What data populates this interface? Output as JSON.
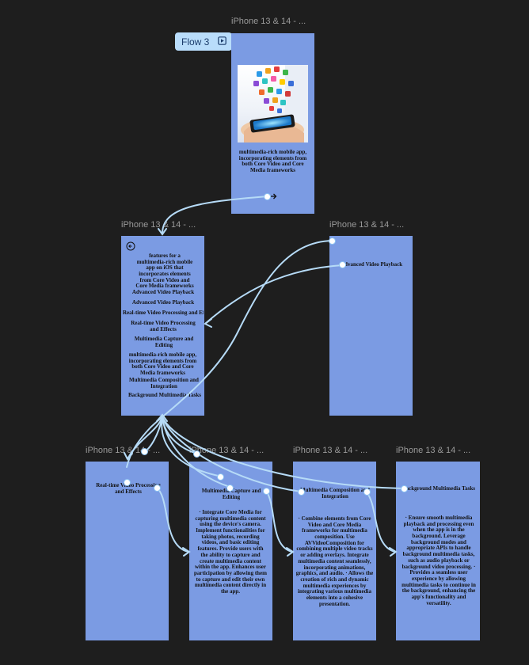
{
  "flow": {
    "label": "Flow 3"
  },
  "frames": {
    "top": {
      "label": "iPhone 13 & 14 - ...",
      "caption": "multimedia-rich mobile app, incorporating elements from both Core Video and Core Media frameworks"
    },
    "menu": {
      "label": "iPhone 13 & 14 - ...",
      "intro": "features for a multimedia-rich mobile app on iOS that incorporates elements from Core Video and Core Media frameworks",
      "items": [
        "Advanced Video Playback",
        "Advanced Video Playback",
        "Real-time Video Processing and Ef...",
        "Real-time Video Processing and Effects",
        "Multimedia Capture and Editing",
        "multimedia-rich mobile app, incorporating elements from both Core Video and Core Media frameworks",
        "Multimedia Composition and Integration",
        "Background Multimedia Tasks"
      ]
    },
    "playback": {
      "label": "iPhone 13 & 14 - ...",
      "title": "Advanced Video Playback"
    },
    "realtime": {
      "label": "iPhone 13 & 14 - ...",
      "title": "Real-time Video Processing and Effects"
    },
    "capture": {
      "label": "iPhone 13 & 14 - ...",
      "title": "Multimedia Capture and Editing",
      "body": "· Integrate Core Media for capturing multimedia content using the device's camera. Implement functionalities for taking photos, recording videos, and basic editing features. Provide users with the ability to capture and create multimedia content within the app. Enhances user participation by allowing them to capture and edit their own multimedia content directly in the app."
    },
    "composition": {
      "label": "iPhone 13 & 14 - ...",
      "title": "Multimedia Composition and Integration",
      "body": "· Combine elements from Core Video and Core Media frameworks for multimedia composition. Use AVVideoComposition for combining multiple video tracks or adding overlays. Integrate multimedia content seamlessly, incorporating animations, graphics, and audio. · Allows the creation of rich and dynamic multimedia experiences by integrating various multimedia elements into a cohesive presentation."
    },
    "background": {
      "label": "iPhone 13 & 14 - ...",
      "title": "Background Multimedia Tasks",
      "body": "· Ensure smooth multimedia playback and processing even when the app is in the background. Leverage background modes and appropriate APIs to handle background multimedia tasks, such as audio playback or background video processing. · Provides a seamless user experience by allowing multimedia tasks to continue in the background, enhancing the app's functionality and versatility."
    }
  },
  "icons": {
    "flow_start": "play-square-icon",
    "back": "back-arrow-icon",
    "next": "arrow-right-icon"
  },
  "colors": {
    "canvas": "#1e1e1e",
    "frame": "#7b9be3",
    "connector": "#b6dbf7",
    "badge": "#b9ddfb"
  }
}
